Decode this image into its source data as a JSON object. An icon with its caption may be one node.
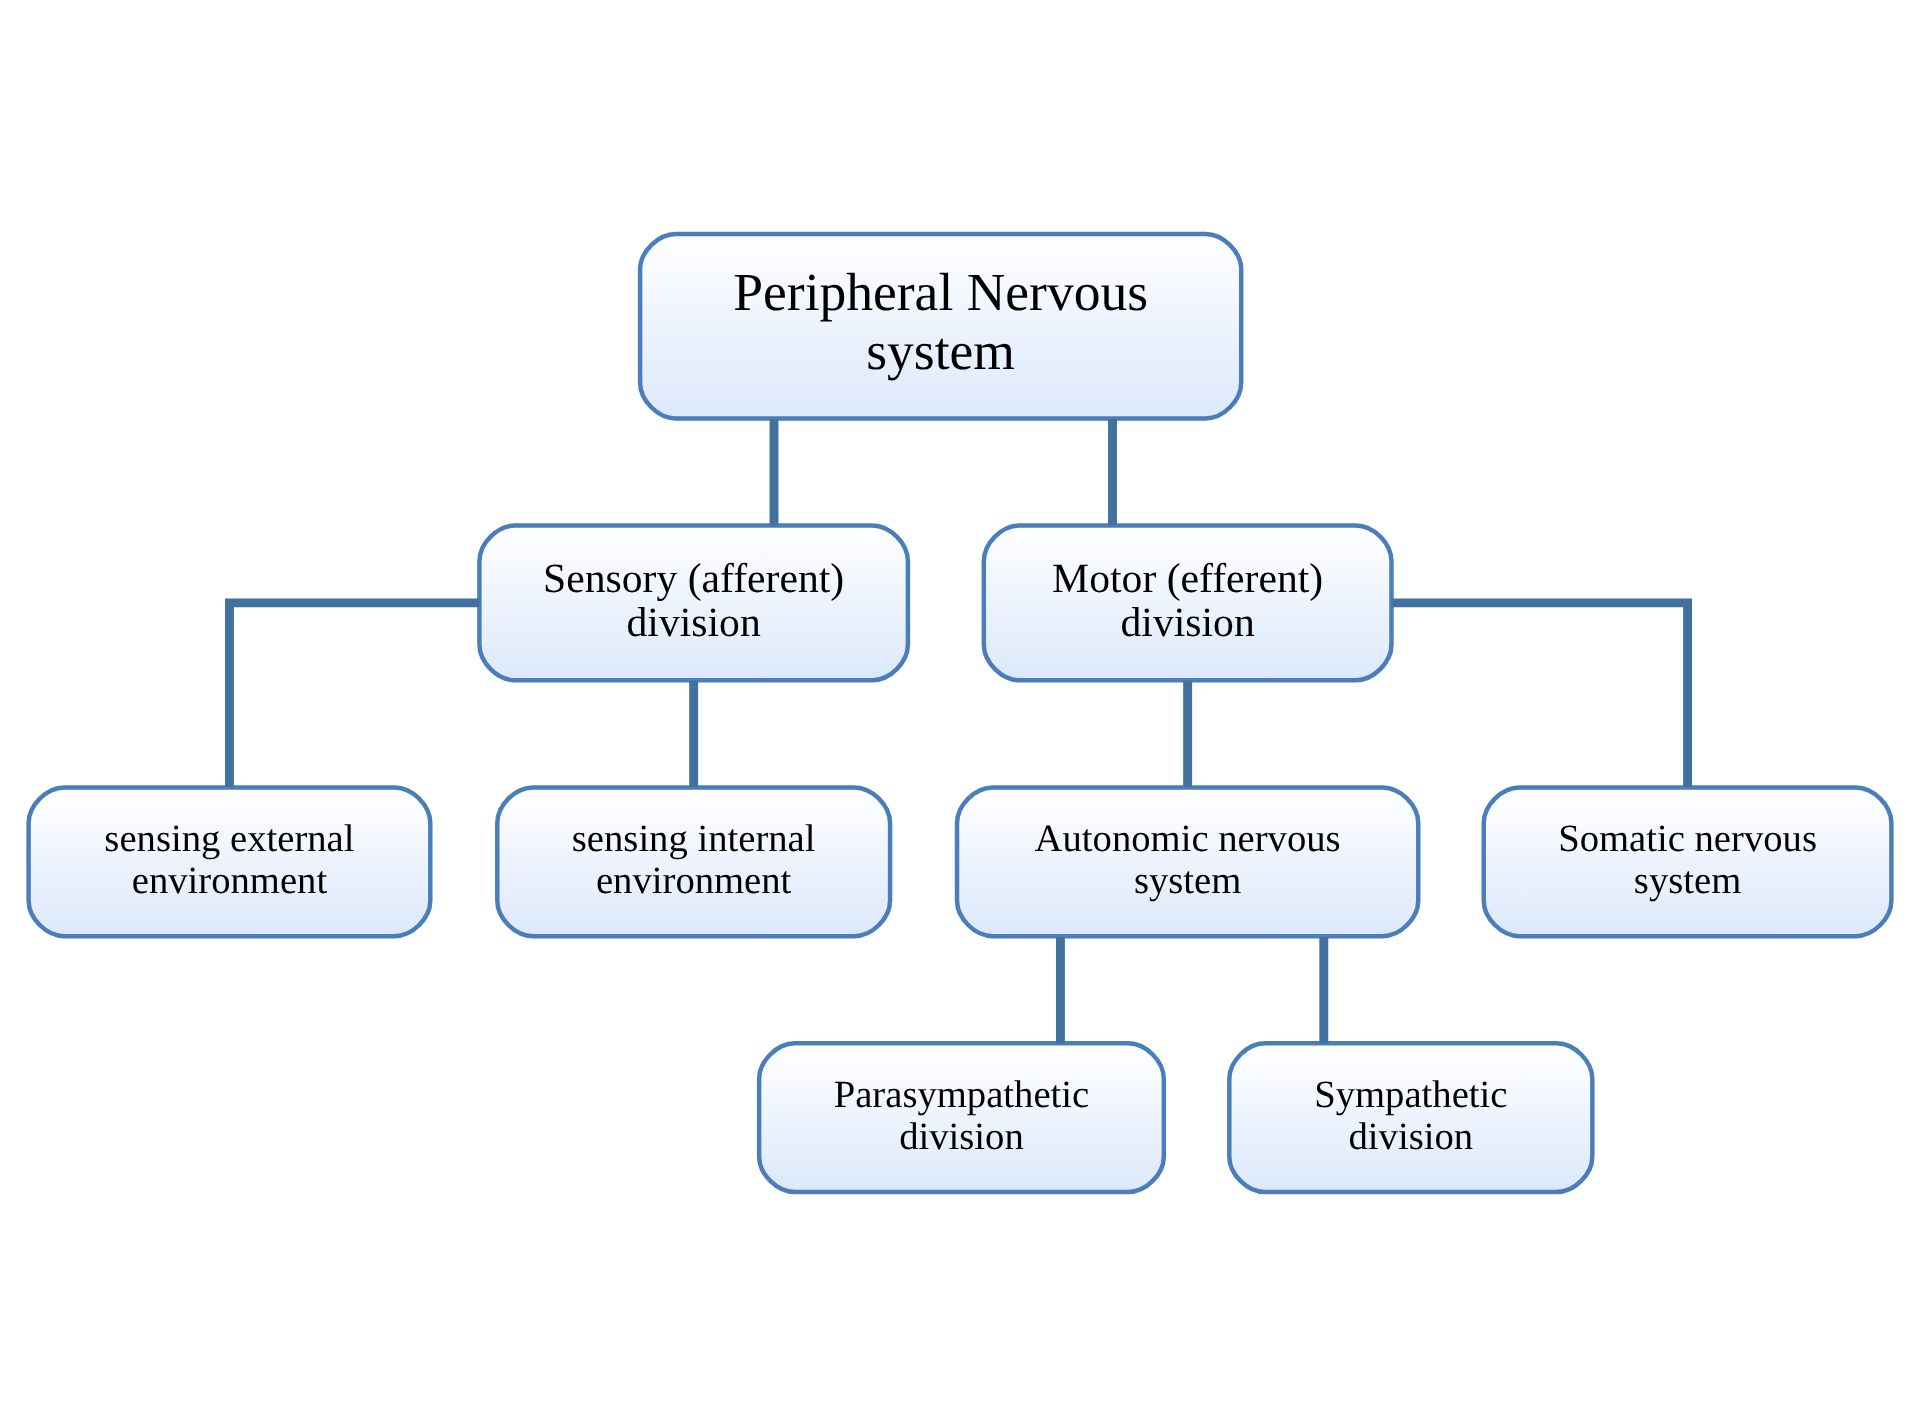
{
  "diagram": {
    "nodes": [
      {
        "text": [
          "Peripheral Nervous system"
        ]
      },
      {
        "text": [
          "Sensory (afferent) division"
        ]
      },
      {
        "text": [
          "Motor (efferent) division"
        ]
      },
      {
        "text": [
          "sensing external environment"
        ]
      },
      {
        "text": [
          "sensing internal environment"
        ]
      },
      {
        "text": [
          "Autonomic nervous system"
        ]
      },
      {
        "text": [
          "Somatic nervous system"
        ]
      },
      {
        "text": [
          "Parasympathetic division"
        ]
      },
      {
        "text": [
          "Sympathetic division"
        ]
      }
    ],
    "edges": [
      {
        "from": 0,
        "to": 1,
        "arrow": "none"
      },
      {
        "from": 0,
        "to": 2,
        "arrow": "none"
      },
      {
        "from": 1,
        "to": 3,
        "arrow": "none"
      },
      {
        "from": 1,
        "to": 4,
        "arrow": "none"
      },
      {
        "from": 2,
        "to": 5,
        "arrow": "none"
      },
      {
        "from": 2,
        "to": 6,
        "arrow": "none"
      },
      {
        "from": 5,
        "to": 7,
        "arrow": "none"
      },
      {
        "from": 5,
        "to": 8,
        "arrow": "none"
      }
    ]
  }
}
